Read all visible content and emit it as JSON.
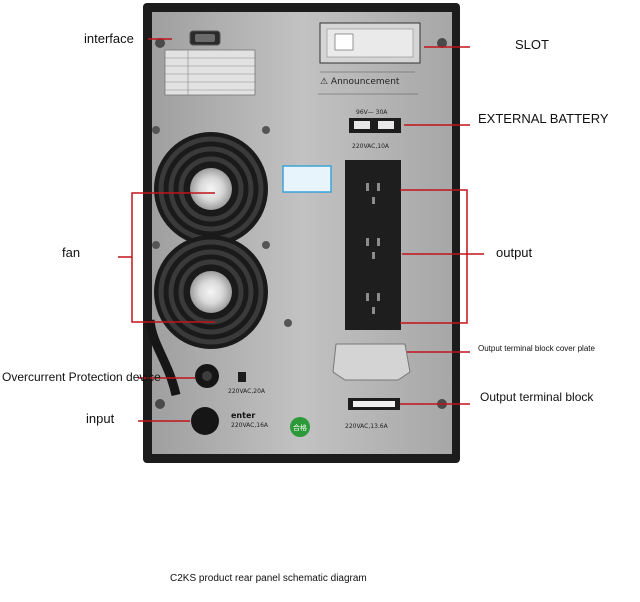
{
  "labels": {
    "interface": "interface",
    "slot": "SLOT",
    "external_battery": "EXTERNAL BATTERY",
    "fan": "fan",
    "output": "output",
    "output_cover": "Output terminal block cover plate",
    "output_terminal": "Output terminal block",
    "overcurrent": "Overcurrent Protection device",
    "input": "input"
  },
  "caption": "C2KS product rear panel schematic diagram",
  "panel_text": {
    "announcement": "⚠ Announcement",
    "battery_rating": "96V— 30A",
    "output_rating": "220VAC,10A",
    "breaker_rating": "220VAC,20A",
    "enter_label": "enter",
    "enter_rating": "220VAC,16A",
    "terminal_rating": "220VAC,13.6A",
    "qc_badge": "合格"
  },
  "colors": {
    "callout_line": "#c0141c",
    "ups_frame": "#1c1c1c",
    "panel": "#b6b6b6",
    "outlet_panel": "#1e1e1e"
  }
}
